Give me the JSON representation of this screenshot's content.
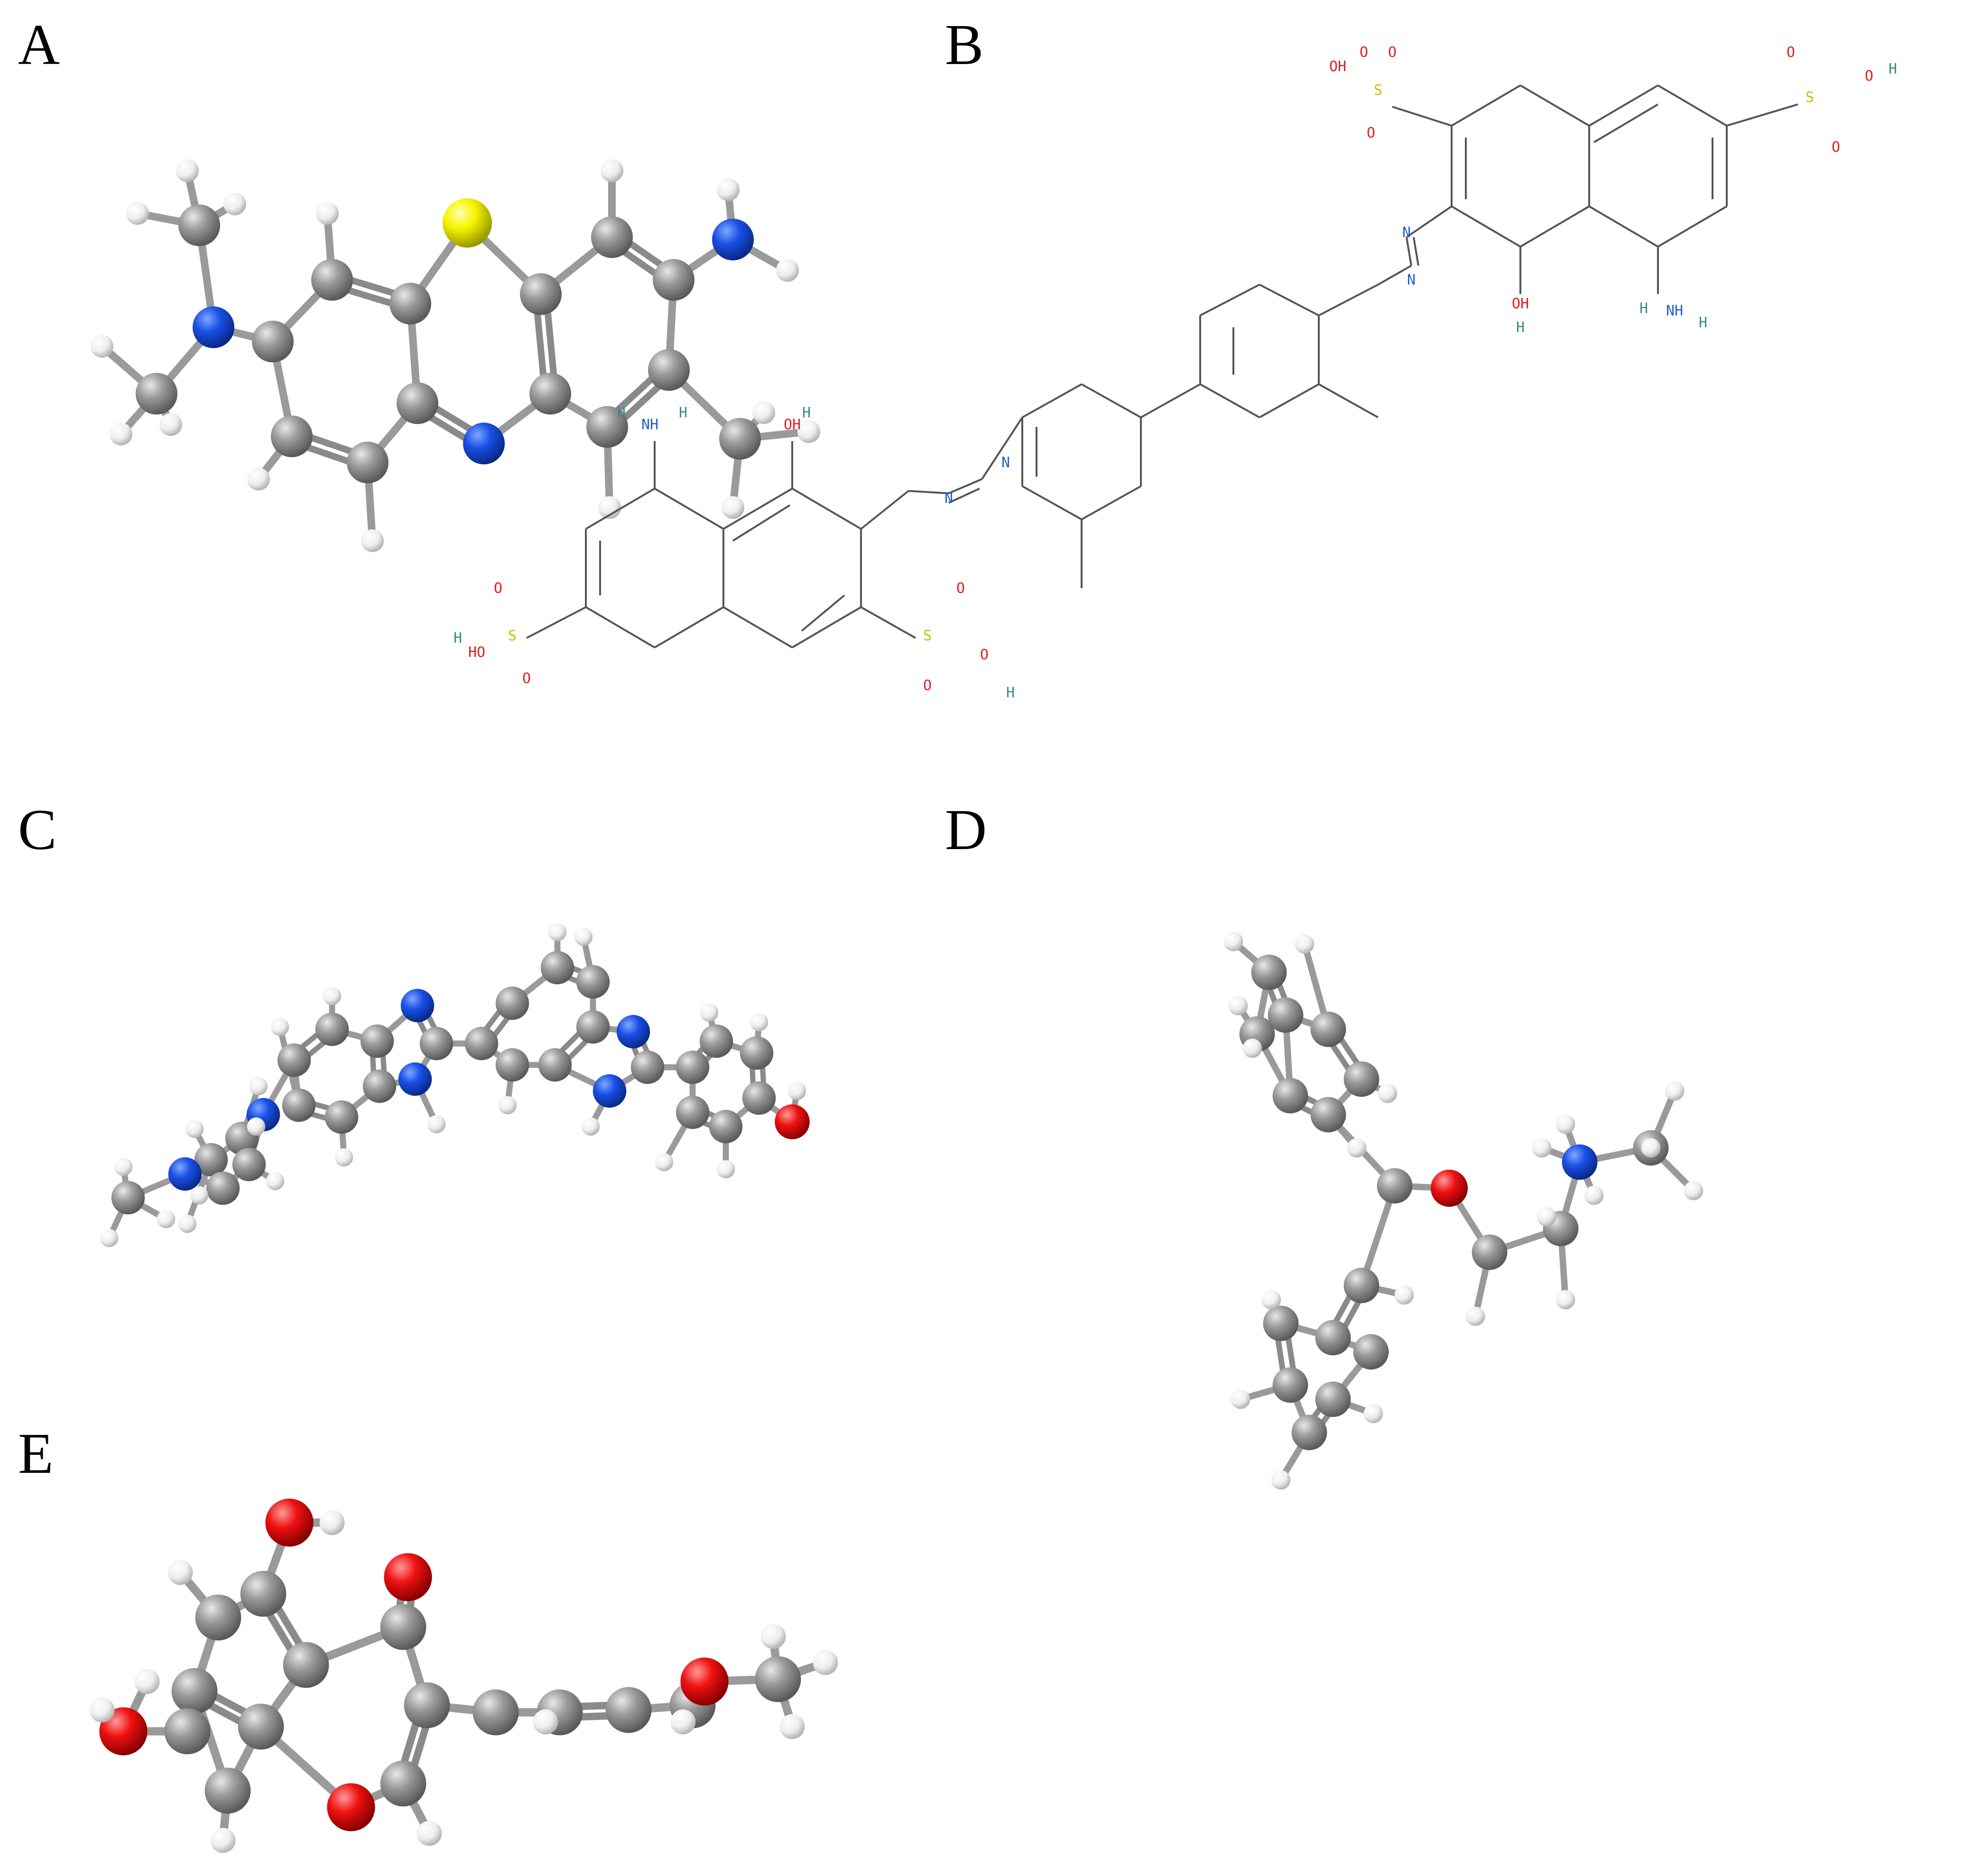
{
  "panels": [
    {
      "label": "A"
    },
    {
      "label": "B"
    },
    {
      "label": "C"
    },
    {
      "label": "D"
    },
    {
      "label": "E"
    }
  ],
  "colors": {
    "carbon": "#8c8c8c",
    "hydrogen": "#f2f2f2",
    "nitrogen": "#1a50e6",
    "oxygen": "#ee1111",
    "sulfur": "#f5f500",
    "bond": "#9a9a9a",
    "skeleton_line": "#555555",
    "nh_label": "#2060d0",
    "o_label": "#e02020",
    "h_label": "#3a8a8a",
    "s_label": "#c8c000"
  },
  "structure_b_text": {
    "nh2": "NH",
    "h": "H",
    "oh": "OH",
    "ho": "HO",
    "o": "O",
    "s": "S",
    "n": "N"
  }
}
